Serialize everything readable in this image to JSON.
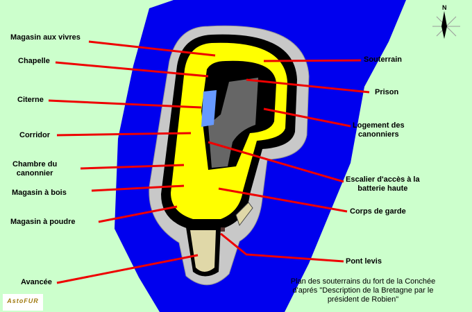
{
  "labels_left": {
    "magasin_vivres": "Magasin aux vivres",
    "chapelle": "Chapelle",
    "citerne": "Citerne",
    "corridor": "Corridor",
    "chambre_line1": "Chambre du",
    "chambre_line2": "canonnier",
    "magasin_bois": "Magasin à bois",
    "magasin_poudre": "Magasin à poudre",
    "avancee": "Avancée"
  },
  "labels_right": {
    "souterrain": "Souterrain",
    "prison": "Prison",
    "logement_line1": "Logement des",
    "logement_line2": "canonniers",
    "escalier_line1": "Escalier d'accès à la",
    "escalier_line2": "batterie haute",
    "corps_garde": "Corps de garde",
    "pont_levis": "Pont levis"
  },
  "caption": {
    "line1": "Plan des souterrains du fort de la Conchée",
    "line2": "d'aprés \"Description de la Bretagne par le",
    "line3": "président de Robien\""
  },
  "logo_text": "AstoFUR",
  "compass_label": "N",
  "colors": {
    "background": "#ccffcc",
    "sea": "#0000ee",
    "rubble": "#c8c8c8",
    "wall": "#000000",
    "interior": "#ffff00",
    "courtyard": "#666666",
    "cistern": "#6699ff",
    "avancee": "#e0d8a8",
    "arrow": "#ee0000"
  }
}
